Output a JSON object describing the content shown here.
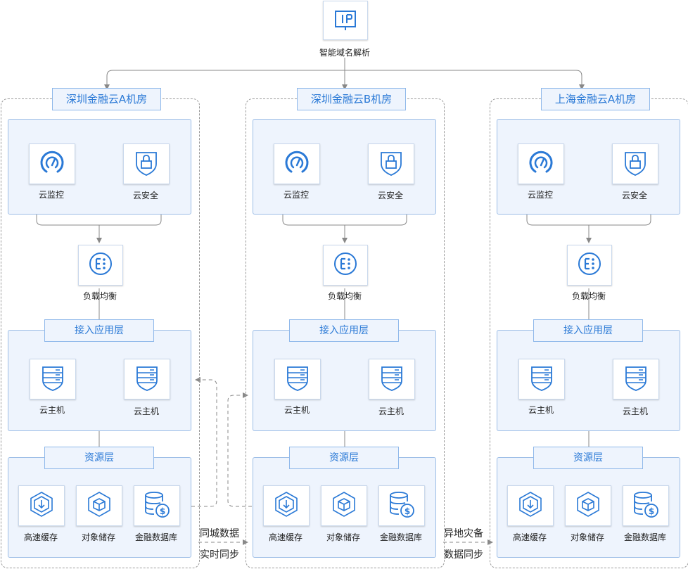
{
  "top": {
    "label": "智能域名解析",
    "icon": "ip-icon"
  },
  "regions": [
    {
      "title": "深圳金融云A机房",
      "services": [
        {
          "label": "云监控",
          "icon": "gauge-icon"
        },
        {
          "label": "云安全",
          "icon": "lock-shield-icon"
        }
      ],
      "load_balancer": {
        "label": "负载均衡",
        "icon": "load-balancer-icon"
      },
      "access_layer": {
        "title": "接入应用层",
        "hosts": [
          {
            "label": "云主机",
            "icon": "server-shield-icon"
          },
          {
            "label": "云主机",
            "icon": "server-shield-icon"
          }
        ]
      },
      "resource_layer": {
        "title": "资源层",
        "items": [
          {
            "label": "高速缓存",
            "icon": "cache-icon"
          },
          {
            "label": "对象储存",
            "icon": "cube-icon"
          },
          {
            "label": "金融数据库",
            "icon": "database-coin-icon"
          }
        ]
      }
    },
    {
      "title": "深圳金融云B机房",
      "services": [
        {
          "label": "云监控",
          "icon": "gauge-icon"
        },
        {
          "label": "云安全",
          "icon": "lock-shield-icon"
        }
      ],
      "load_balancer": {
        "label": "负载均衡",
        "icon": "load-balancer-icon"
      },
      "access_layer": {
        "title": "接入应用层",
        "hosts": [
          {
            "label": "云主机",
            "icon": "server-shield-icon"
          },
          {
            "label": "云主机",
            "icon": "server-shield-icon"
          }
        ]
      },
      "resource_layer": {
        "title": "资源层",
        "items": [
          {
            "label": "高速缓存",
            "icon": "cache-icon"
          },
          {
            "label": "对象储存",
            "icon": "cube-icon"
          },
          {
            "label": "金融数据库",
            "icon": "database-coin-icon"
          }
        ]
      }
    },
    {
      "title": "上海金融云A机房",
      "services": [
        {
          "label": "云监控",
          "icon": "gauge-icon"
        },
        {
          "label": "云安全",
          "icon": "lock-shield-icon"
        }
      ],
      "load_balancer": {
        "label": "负载均衡",
        "icon": "load-balancer-icon"
      },
      "access_layer": {
        "title": "接入应用层",
        "hosts": [
          {
            "label": "云主机",
            "icon": "server-shield-icon"
          },
          {
            "label": "云主机",
            "icon": "server-shield-icon"
          }
        ]
      },
      "resource_layer": {
        "title": "资源层",
        "items": [
          {
            "label": "高速缓存",
            "icon": "cache-icon"
          },
          {
            "label": "对象储存",
            "icon": "cube-icon"
          },
          {
            "label": "金融数据库",
            "icon": "database-coin-icon"
          }
        ]
      }
    }
  ],
  "links": {
    "same_city_line1": "同城数据",
    "same_city_line2": "实时同步",
    "remote_line1": "异地灾备",
    "remote_line2": "数据同步"
  },
  "colors": {
    "accent": "#2a79d6",
    "panel_bg": "#eef4fd",
    "panel_border": "#9cbde6",
    "line": "#888888"
  }
}
